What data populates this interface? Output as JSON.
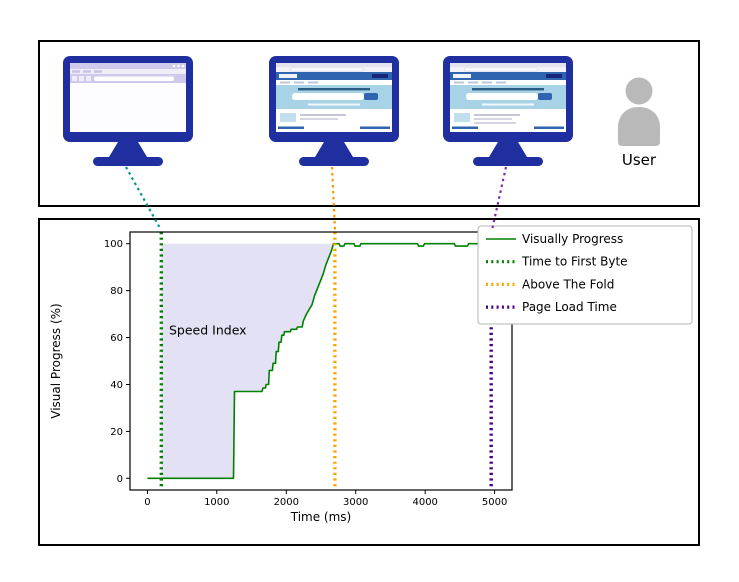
{
  "top_panel": {
    "user_label": "User"
  },
  "palette": {
    "monitor_blue": "#1f2fa0",
    "page_banner_blue": "#2f65b0",
    "hero_light_blue": "#a8d2e6",
    "chrome_lavender": "#cfc9ee",
    "user_gray": "#b9b9b9",
    "ttfb_connector": "#00968a",
    "atf_connector": "#ff9800",
    "plt_connector": "#7b2f9e"
  },
  "chart_data": {
    "type": "line",
    "title": "",
    "xlabel": "Time (ms)",
    "ylabel": "Visual Progress (%)",
    "xlim": [
      -250,
      5250
    ],
    "ylim": [
      -5,
      105
    ],
    "xticks": [
      0,
      1000,
      2000,
      3000,
      4000,
      5000
    ],
    "yticks": [
      0,
      20,
      40,
      60,
      80,
      100
    ],
    "grid": false,
    "legend_position": "upper right",
    "annotation": {
      "text": "Speed Index",
      "x": 870,
      "y": 63
    },
    "fill": {
      "label": "Speed Index",
      "color": "#e3e1f4",
      "x_from": 200,
      "x_to": 2700
    },
    "series": [
      {
        "name": "Visually Progress",
        "color": "#008000",
        "style": "solid",
        "points": [
          [
            0,
            0
          ],
          [
            1240,
            0
          ],
          [
            1255,
            37
          ],
          [
            1650,
            37
          ],
          [
            1665,
            38.5
          ],
          [
            1700,
            38.5
          ],
          [
            1710,
            40
          ],
          [
            1745,
            40
          ],
          [
            1755,
            46
          ],
          [
            1800,
            46
          ],
          [
            1810,
            49
          ],
          [
            1845,
            49
          ],
          [
            1855,
            54
          ],
          [
            1885,
            54
          ],
          [
            1895,
            58
          ],
          [
            1925,
            58
          ],
          [
            1935,
            61
          ],
          [
            1965,
            61
          ],
          [
            1975,
            62.5
          ],
          [
            2060,
            62.5
          ],
          [
            2070,
            63.5
          ],
          [
            2150,
            63.5
          ],
          [
            2160,
            64.5
          ],
          [
            2230,
            64.5
          ],
          [
            2245,
            67
          ],
          [
            2290,
            70
          ],
          [
            2330,
            72
          ],
          [
            2370,
            74
          ],
          [
            2410,
            78
          ],
          [
            2450,
            81
          ],
          [
            2490,
            84
          ],
          [
            2530,
            87
          ],
          [
            2570,
            91
          ],
          [
            2610,
            94
          ],
          [
            2650,
            97
          ],
          [
            2680,
            100
          ],
          [
            2760,
            100
          ],
          [
            2775,
            99
          ],
          [
            2830,
            99
          ],
          [
            2845,
            100
          ],
          [
            2975,
            100
          ],
          [
            2990,
            99
          ],
          [
            3060,
            99
          ],
          [
            3075,
            100
          ],
          [
            3890,
            100
          ],
          [
            3905,
            99
          ],
          [
            3975,
            99
          ],
          [
            3990,
            100
          ],
          [
            4420,
            100
          ],
          [
            4435,
            99
          ],
          [
            4610,
            99
          ],
          [
            4625,
            100
          ],
          [
            5000,
            100
          ]
        ]
      }
    ],
    "vlines": [
      {
        "name": "Time to First Byte",
        "x": 200,
        "color": "#008000"
      },
      {
        "name": "Above The Fold",
        "x": 2700,
        "color": "#ffa500"
      },
      {
        "name": "Page Load Time",
        "x": 4950,
        "color": "#4b0082"
      }
    ],
    "legend": {
      "entries": [
        {
          "label": "Visually Progress",
          "color": "#008000",
          "style": "solid"
        },
        {
          "label": "Time to First Byte",
          "color": "#008000",
          "style": "dotted"
        },
        {
          "label": "Above The Fold",
          "color": "#ffa500",
          "style": "dotted"
        },
        {
          "label": "Page Load Time",
          "color": "#4b0082",
          "style": "dotted"
        }
      ]
    }
  }
}
